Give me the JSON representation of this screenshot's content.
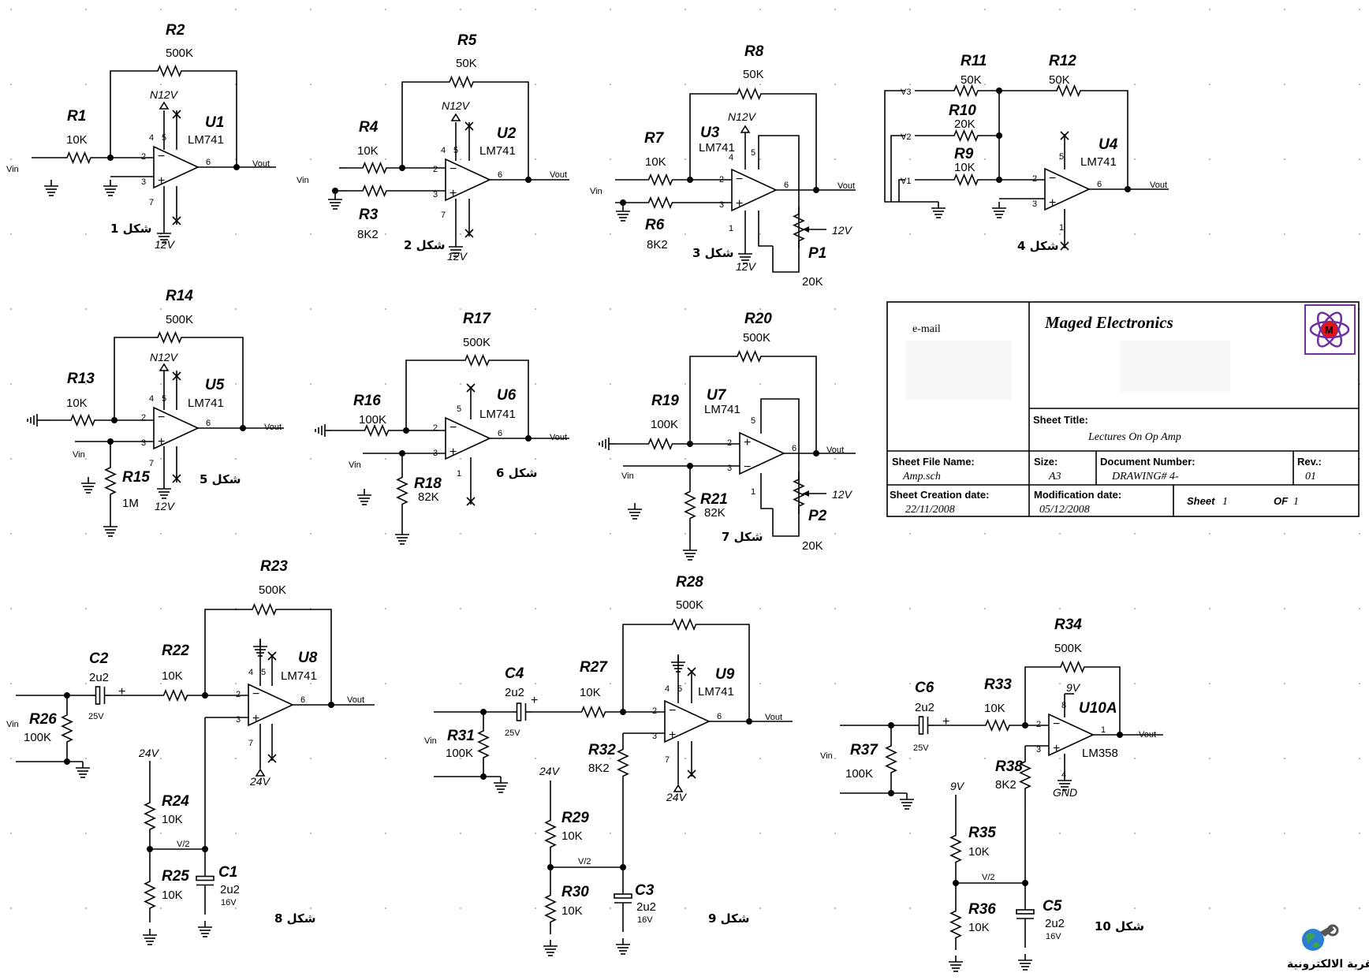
{
  "title_block": {
    "company": "Maged Electronics",
    "email_label": "e-mail",
    "sheet_title_label": "Sheet Title:",
    "sheet_title": "Lectures On Op Amp",
    "sheet_file_name_label": "Sheet File Name:",
    "sheet_file_name": "Amp.sch",
    "size_label": "Size:",
    "size": "A3",
    "document_number_label": "Document Number:",
    "document_number": "DRAWING# 4-",
    "rev_label": "Rev.:",
    "rev": "01",
    "creation_date_label": "Sheet Creation date:",
    "creation_date": "22/11/2008",
    "modification_date_label": "Modification date:",
    "modification_date": "05/12/2008",
    "sheet_label": "Sheet",
    "sheet_num": "1",
    "of_label": "OF",
    "of_num": "1",
    "logo_letter": "M"
  },
  "watermark": "القرية الالكترونية",
  "circuits": [
    {
      "figure": "شكل 1",
      "opamp": {
        "ref": "U1",
        "part": "LM741",
        "pins": [
          "2",
          "3",
          "6",
          "4",
          "5",
          "7"
        ]
      },
      "resistors": [
        {
          "ref": "R1",
          "value": "10K"
        },
        {
          "ref": "R2",
          "value": "500K"
        }
      ],
      "nets": {
        "input": "Vin",
        "output": "Vout",
        "vplus": "N12V",
        "vminus": "12V"
      }
    },
    {
      "figure": "شكل 2",
      "opamp": {
        "ref": "U2",
        "part": "LM741",
        "pins": [
          "2",
          "3",
          "6",
          "4",
          "5",
          "7"
        ]
      },
      "resistors": [
        {
          "ref": "R4",
          "value": "10K"
        },
        {
          "ref": "R5",
          "value": "50K"
        },
        {
          "ref": "R3",
          "value": "8K2"
        }
      ],
      "nets": {
        "input": "Vin",
        "output": "Vout",
        "vplus": "N12V",
        "vminus": "12V"
      }
    },
    {
      "figure": "شكل 3",
      "opamp": {
        "ref": "U3",
        "part": "LM741",
        "pins": [
          "2",
          "3",
          "6",
          "4",
          "5",
          "1"
        ]
      },
      "resistors": [
        {
          "ref": "R7",
          "value": "10K"
        },
        {
          "ref": "R8",
          "value": "50K"
        },
        {
          "ref": "R6",
          "value": "8K2"
        }
      ],
      "pot": {
        "ref": "P1",
        "value": "20K",
        "supply": "12V"
      },
      "nets": {
        "input": "Vin",
        "output": "Vout",
        "vplus": "N12V",
        "vminus": "12V"
      }
    },
    {
      "figure": "شكل 4",
      "opamp": {
        "ref": "U4",
        "part": "LM741",
        "pins": [
          "2",
          "3",
          "6",
          "5",
          "1"
        ]
      },
      "resistors": [
        {
          "ref": "R11",
          "value": "50K"
        },
        {
          "ref": "R12",
          "value": "50K"
        },
        {
          "ref": "R10",
          "value": "20K"
        },
        {
          "ref": "R9",
          "value": "10K"
        }
      ],
      "nets": {
        "v3": "V3",
        "v2": "V2",
        "v1": "V1",
        "output": "Vout"
      }
    },
    {
      "figure": "شكل 5",
      "opamp": {
        "ref": "U5",
        "part": "LM741",
        "pins": [
          "2",
          "3",
          "6",
          "4",
          "5",
          "7"
        ]
      },
      "resistors": [
        {
          "ref": "R13",
          "value": "10K"
        },
        {
          "ref": "R14",
          "value": "500K"
        },
        {
          "ref": "R15",
          "value": "1M"
        }
      ],
      "nets": {
        "input": "Vin",
        "output": "Vout",
        "vplus": "N12V",
        "vminus": "12V"
      }
    },
    {
      "figure": "شكل 6",
      "opamp": {
        "ref": "U6",
        "part": "LM741",
        "pins": [
          "2",
          "3",
          "6",
          "5",
          "1"
        ]
      },
      "resistors": [
        {
          "ref": "R16",
          "value": "100K"
        },
        {
          "ref": "R17",
          "value": "500K"
        },
        {
          "ref": "R18",
          "value": "82K"
        }
      ],
      "nets": {
        "input": "Vin",
        "output": "Vout"
      }
    },
    {
      "figure": "شكل 7",
      "opamp": {
        "ref": "U7",
        "part": "LM741",
        "pins": [
          "2",
          "3",
          "6",
          "5",
          "1"
        ]
      },
      "resistors": [
        {
          "ref": "R19",
          "value": "100K"
        },
        {
          "ref": "R20",
          "value": "500K"
        },
        {
          "ref": "R21",
          "value": "82K"
        }
      ],
      "pot": {
        "ref": "P2",
        "value": "20K",
        "supply": "12V"
      },
      "nets": {
        "input": "Vin",
        "output": "Vout"
      }
    },
    {
      "figure": "شكل 8",
      "opamp": {
        "ref": "U8",
        "part": "LM741",
        "pins": [
          "2",
          "3",
          "6",
          "4",
          "5",
          "7"
        ]
      },
      "resistors": [
        {
          "ref": "R22",
          "value": "10K"
        },
        {
          "ref": "R23",
          "value": "500K"
        },
        {
          "ref": "R26",
          "value": "100K"
        },
        {
          "ref": "R24",
          "value": "10K"
        },
        {
          "ref": "R25",
          "value": "10K"
        }
      ],
      "capacitors": [
        {
          "ref": "C2",
          "value": "2u2",
          "voltage": "25V",
          "polarity": "+"
        },
        {
          "ref": "C1",
          "value": "2u2",
          "voltage": "16V"
        }
      ],
      "nets": {
        "input": "Vin",
        "output": "Vout",
        "supply": "24V",
        "vminus": "24V",
        "mid": "V/2"
      }
    },
    {
      "figure": "شكل 9",
      "opamp": {
        "ref": "U9",
        "part": "LM741",
        "pins": [
          "2",
          "3",
          "6",
          "4",
          "5",
          "7"
        ]
      },
      "resistors": [
        {
          "ref": "R27",
          "value": "10K"
        },
        {
          "ref": "R28",
          "value": "500K"
        },
        {
          "ref": "R31",
          "value": "100K"
        },
        {
          "ref": "R32",
          "value": "8K2"
        },
        {
          "ref": "R29",
          "value": "10K"
        },
        {
          "ref": "R30",
          "value": "10K"
        }
      ],
      "capacitors": [
        {
          "ref": "C4",
          "value": "2u2",
          "voltage": "25V",
          "polarity": "+"
        },
        {
          "ref": "C3",
          "value": "2u2",
          "voltage": "16V"
        }
      ],
      "nets": {
        "input": "Vin",
        "output": "Vout",
        "supply": "24V",
        "vminus": "24V",
        "mid": "V/2"
      }
    },
    {
      "figure": "شكل 10",
      "opamp": {
        "ref": "U10A",
        "part": "LM358",
        "pins": [
          "2",
          "3",
          "1",
          "8",
          "4"
        ]
      },
      "resistors": [
        {
          "ref": "R33",
          "value": "10K"
        },
        {
          "ref": "R34",
          "value": "500K"
        },
        {
          "ref": "R37",
          "value": "100K"
        },
        {
          "ref": "R38",
          "value": "8K2"
        },
        {
          "ref": "R35",
          "value": "10K"
        },
        {
          "ref": "R36",
          "value": "10K"
        }
      ],
      "capacitors": [
        {
          "ref": "C6",
          "value": "2u2",
          "voltage": "25V",
          "polarity": "+"
        },
        {
          "ref": "C5",
          "value": "2u2",
          "voltage": "16V"
        }
      ],
      "nets": {
        "input": "Vin",
        "output": "Vout",
        "supply": "9V",
        "opamp_supply": "9V",
        "gnd": "GND",
        "mid": "V/2"
      }
    }
  ]
}
